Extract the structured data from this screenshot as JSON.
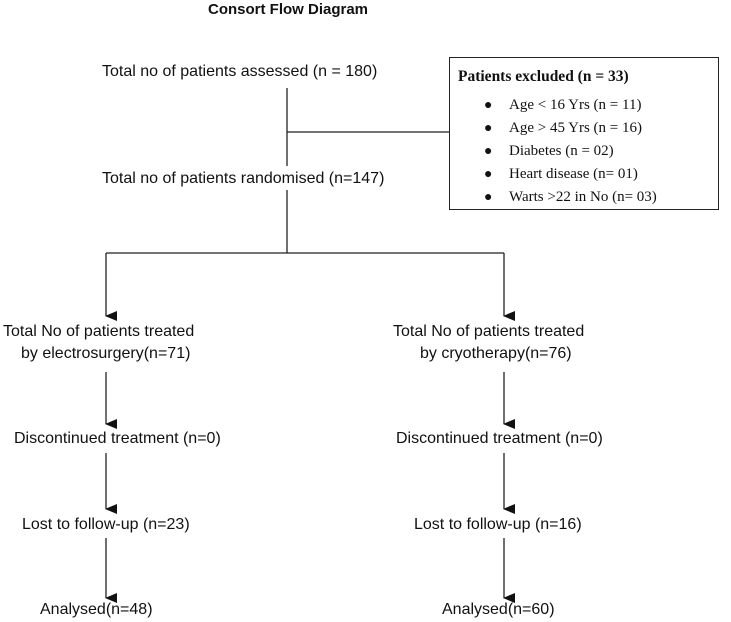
{
  "title": "Consort Flow Diagram",
  "assessed": "Total no of patients assessed (n = 180)",
  "randomised": "Total no of patients randomised  (n=147)",
  "excluded": {
    "title": "Patients excluded (n = 33)",
    "items": [
      "Age < 16 Yrs (n = 11)",
      "Age > 45 Yrs (n = 16)",
      "Diabetes (n = 02)",
      "Heart disease (n= 01)",
      "Warts >22 in No (n=  03)"
    ]
  },
  "left_arm": {
    "treated_line1": "Total No of patients treated",
    "treated_line2": "by electrosurgery(n=71)",
    "discontinued": "Discontinued treatment (n=0)",
    "lost": "Lost to follow-up (n=23)",
    "analysed": "Analysed(n=48)"
  },
  "right_arm": {
    "treated_line1": "Total No of patients treated",
    "treated_line2": "by cryotherapy(n=76)",
    "discontinued": "Discontinued treatment (n=0)",
    "lost": "Lost to follow-up (n=16)",
    "analysed": "Analysed(n=60)"
  }
}
